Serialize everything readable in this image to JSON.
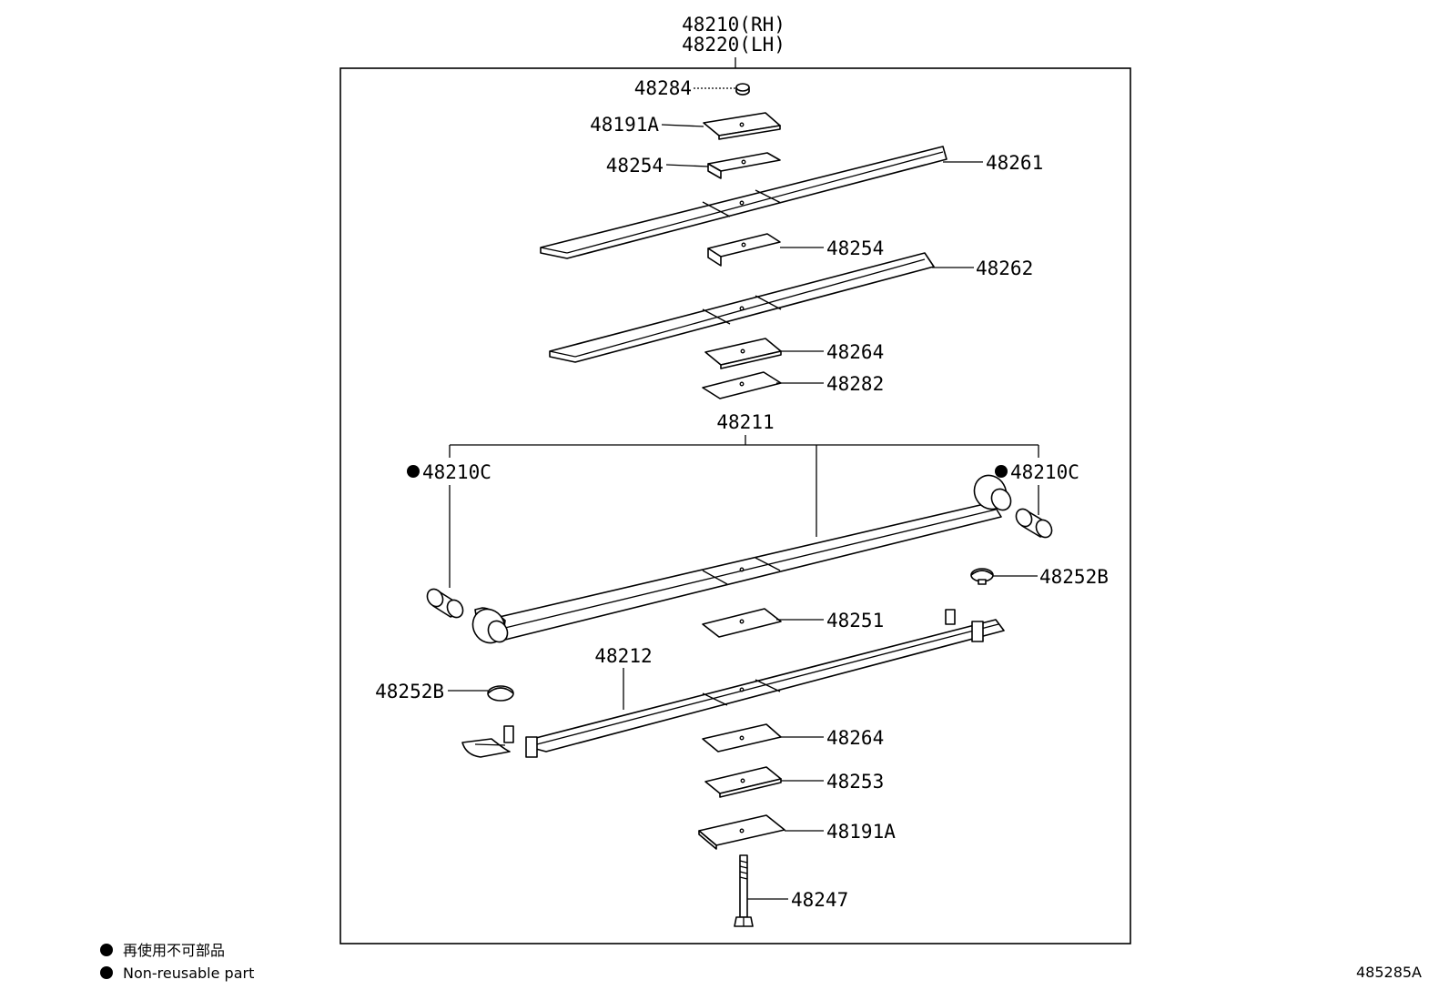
{
  "assembly": {
    "label_rh": "48210(RH)",
    "label_lh": "48220(LH)"
  },
  "parts": {
    "spacer_48284": "48284",
    "clip_48191a_top": "48191A",
    "clip_48254_top": "48254",
    "leaf_48261": "48261",
    "clip_48254_mid": "48254",
    "leaf_48262": "48262",
    "liner_48264_top": "48264",
    "liner_48282": "48282",
    "main_leaf_48211": "48211",
    "bushing_left": "48210C",
    "bushing_right": "48210C",
    "bumper_48252b_right": "48252B",
    "liner_48251": "48251",
    "leaf_48212": "48212",
    "bumper_48252b_left": "48252B",
    "liner_48264_bottom": "48264",
    "plate_48253": "48253",
    "clip_48191a_bottom": "48191A",
    "bolt_48247": "48247"
  },
  "legend": {
    "japanese": "再使用不可部品",
    "english": "Non-reusable part"
  },
  "figure_code": "485285A",
  "colors": {
    "line": "#000000",
    "background": "#ffffff"
  }
}
